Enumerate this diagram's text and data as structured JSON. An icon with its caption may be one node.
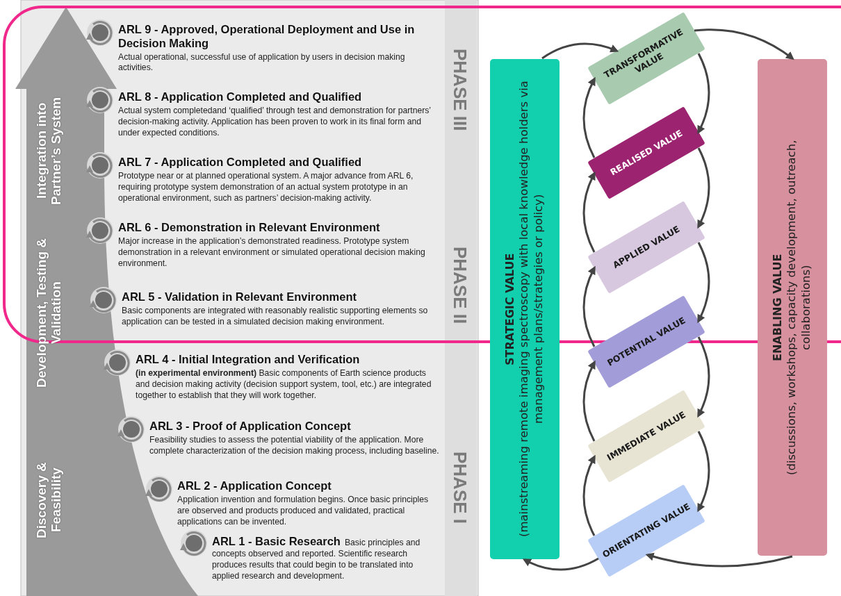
{
  "diagram": {
    "nodes": [
      {
        "text": [
          "ARL 9 - Approved, Operational Deployment and Use in Decision Making",
          "Actual operational, successful use of application by users in decision making activities."
        ]
      },
      {
        "text": [
          "ARL 8 - Application Completed and Qualified",
          "Actual system completedand ‘qualified’ through test and demonstration for partners’ decision-making activity. Application has been proven to work in its final form and under expected conditions."
        ]
      },
      {
        "text": [
          "ARL 7 - Application Completed and Qualified",
          "Prototype near or at planned operational system. A major advance from ARL 6, requiring prototype system demonstration of an actual system prototype in an operational environment, such as partners’ decision-making activity."
        ]
      },
      {
        "text": [
          "ARL 6 - Demonstration in Relevant Environment",
          "Major increase in the application’s demonstrated readiness. Prototype system demonstration in a relevant environment or simulated operational decision making environment."
        ]
      },
      {
        "text": [
          "ARL 5 - Validation in Relevant Environment",
          "Basic components are integrated with reasonably realistic supporting elements so application can be tested in a simulated decision making environment."
        ]
      },
      {
        "text": [
          "ARL 4 - Initial Integration and Verification",
          "**(in experimental environment)** Basic components of Earth science products and decision making activity (decision support system, tool, etc.) are integrated together to establish that they will work together."
        ]
      },
      {
        "text": [
          "ARL 3 - Proof of Application Concept",
          "Feasibility studies to assess the potential viability of the application. More complete characterization of the decision making process, including baseline."
        ]
      },
      {
        "text": [
          "ARL 2 - Application Concept",
          "Application invention and formulation begins. Once basic principles are observed and products produced and validated, practical applications can be invented."
        ]
      },
      {
        "text": [
          "ARL 1 - Basic Research",
          "Basic principles and concepts observed and reported. Scientific research produces results that could begin to be translated into applied research and development."
        ]
      },
      {
        "text": [
          "STRATEGIC VALUE",
          "(mainstreaming remote imaging spectroscopy with local knowledge holders via management plans/strategies or policy)"
        ]
      },
      {
        "text": [
          "TRANSFORMATIVE VALUE"
        ]
      },
      {
        "text": [
          "REALISED VALUE"
        ]
      },
      {
        "text": [
          "APPLIED VALUE"
        ]
      },
      {
        "text": [
          "POTENTIAL VALUE"
        ]
      },
      {
        "text": [
          "IMMEDIATE VALUE"
        ]
      },
      {
        "text": [
          "ORIENTATING VALUE"
        ]
      },
      {
        "text": [
          "ENABLING VALUE",
          "(discussions, workshops, capacity development, outreach, collaborations)"
        ]
      }
    ],
    "edges": [
      {
        "from": 15,
        "to": 14,
        "arrow": "to"
      },
      {
        "from": 14,
        "to": 13,
        "arrow": "to"
      },
      {
        "from": 13,
        "to": 12,
        "arrow": "to"
      },
      {
        "from": 12,
        "to": 11,
        "arrow": "to"
      },
      {
        "from": 11,
        "to": 10,
        "arrow": "to"
      },
      {
        "from": 10,
        "to": 11,
        "arrow": "to"
      },
      {
        "from": 11,
        "to": 12,
        "arrow": "to"
      },
      {
        "from": 12,
        "to": 13,
        "arrow": "to"
      },
      {
        "from": 13,
        "to": 14,
        "arrow": "to"
      },
      {
        "from": 14,
        "to": 15,
        "arrow": "to"
      },
      {
        "from": 9,
        "to": 10,
        "arrow": "to"
      },
      {
        "from": 10,
        "to": 16,
        "arrow": "to"
      },
      {
        "from": 16,
        "to": 15,
        "arrow": "to"
      },
      {
        "from": 15,
        "to": 9,
        "arrow": "to"
      }
    ],
    "labels": [
      "Integration into Partner’s System",
      "PHASE III",
      "Development, Testing & Validation",
      "PHASE II",
      "Discovery & Feasibility",
      "PHASE I"
    ]
  }
}
